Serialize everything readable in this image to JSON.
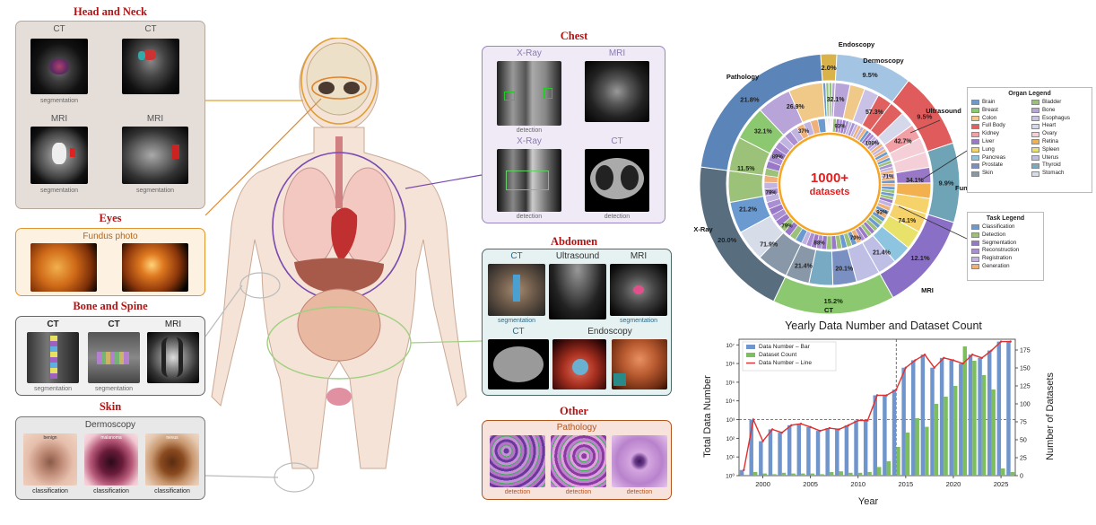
{
  "regions": {
    "head_neck": {
      "title": "Head and Neck",
      "cells": [
        {
          "modality": "CT",
          "task": "segmentation"
        },
        {
          "modality": "CT",
          "task": ""
        },
        {
          "modality": "MRI",
          "task": "segmentation"
        },
        {
          "modality": "MRI",
          "task": "segmentation"
        }
      ]
    },
    "eyes": {
      "title": "Eyes",
      "subtitle": "Fundus photo"
    },
    "bone": {
      "title": "Bone and Spine",
      "cells": [
        {
          "modality": "CT",
          "task": "segmentation"
        },
        {
          "modality": "CT",
          "task": "segmentation"
        },
        {
          "modality": "MRI",
          "task": ""
        }
      ]
    },
    "skin": {
      "title": "Skin",
      "subtitle": "Dermoscopy",
      "cells": [
        {
          "label": "benign",
          "task": "classification"
        },
        {
          "label": "malanoma",
          "task": "classification"
        },
        {
          "label": "nevus",
          "task": "classification"
        }
      ]
    },
    "chest": {
      "title": "Chest",
      "cells": [
        {
          "modality": "X-Ray",
          "task": "detection"
        },
        {
          "modality": "MRI",
          "task": ""
        },
        {
          "modality": "X-Ray",
          "task": "detection"
        },
        {
          "modality": "CT",
          "task": "detection"
        }
      ]
    },
    "abdomen": {
      "title": "Abdomen",
      "cells": [
        {
          "modality": "CT",
          "task": "segmentation"
        },
        {
          "modality": "Ultrasound",
          "task": ""
        },
        {
          "modality": "MRI",
          "task": "segmentation"
        },
        {
          "modality": "CT",
          "task": ""
        },
        {
          "modality": "Endoscopy",
          "task": ""
        }
      ]
    },
    "other": {
      "title": "Other",
      "subtitle": "Pathology",
      "cells": [
        {
          "task": "detection"
        },
        {
          "task": "detection"
        },
        {
          "task": "detection"
        }
      ]
    }
  },
  "sunburst": {
    "center_text": [
      "1000+",
      "datasets"
    ],
    "outer_ring": [
      {
        "label": "Endoscopy",
        "pct": "2.0%",
        "value": 2.0,
        "color": "#d9b34a"
      },
      {
        "label": "Dermoscopy",
        "pct": "9.5%",
        "value": 9.5,
        "color": "#a3c4e2"
      },
      {
        "label": "Ultrasound",
        "pct": "9.5%",
        "value": 9.5,
        "color": "#e05c5c"
      },
      {
        "label": "Fundus photo",
        "pct": "9.9%",
        "value": 9.9,
        "color": "#6fa3b6"
      },
      {
        "label": "MRI",
        "pct": "12.1%",
        "value": 12.1,
        "color": "#8a6fc6"
      },
      {
        "label": "CT",
        "pct": "15.2%",
        "value": 15.2,
        "color": "#8cc86f"
      },
      {
        "label": "X-Ray",
        "pct": "20.0%",
        "value": 20.0,
        "color": "#586d7e"
      },
      {
        "label": "Pathology",
        "pct": "21.8%",
        "value": 21.8,
        "color": "#5b84b8"
      }
    ],
    "middle_labels": [
      "32.1%",
      "57.3%",
      "42.7%",
      "34.1%",
      "74.1%",
      "21.4%",
      "20.1%",
      "21.4%",
      "71.9%",
      "21.2%",
      "11.5%",
      "32.1%",
      "26.9%"
    ],
    "inner_labels": [
      "93%",
      "100%",
      "71%",
      "93%",
      "79%",
      "88%",
      "79%",
      "79%",
      "89%",
      "37%"
    ],
    "organ_legend": {
      "title": "Organ Legend",
      "items": [
        {
          "name": "Brain",
          "color": "#6a9ad0"
        },
        {
          "name": "Bladder",
          "color": "#9cc27a"
        },
        {
          "name": "Breast",
          "color": "#8cc86f"
        },
        {
          "name": "Bone",
          "color": "#b8a4d8"
        },
        {
          "name": "Colon",
          "color": "#f0c888"
        },
        {
          "name": "Esophagus",
          "color": "#c9c2e6"
        },
        {
          "name": "Full Body",
          "color": "#e06060"
        },
        {
          "name": "Heart",
          "color": "#d4d8ea"
        },
        {
          "name": "Kidney",
          "color": "#f2a0a6"
        },
        {
          "name": "Ovary",
          "color": "#f4cfd8"
        },
        {
          "name": "Liver",
          "color": "#9a78c8"
        },
        {
          "name": "Retina",
          "color": "#f2b04e"
        },
        {
          "name": "Lung",
          "color": "#f5d26a"
        },
        {
          "name": "Spleen",
          "color": "#e9e26a"
        },
        {
          "name": "Pancreas",
          "color": "#8dc4e0"
        },
        {
          "name": "Uterus",
          "color": "#bfbfe6"
        },
        {
          "name": "Prostate",
          "color": "#7a8fc2"
        },
        {
          "name": "Thyroid",
          "color": "#78aac4"
        },
        {
          "name": "Skin",
          "color": "#8898a8"
        },
        {
          "name": "Stomach",
          "color": "#d6dce8"
        }
      ]
    },
    "task_legend": {
      "title": "Task Legend",
      "items": [
        {
          "name": "Classification",
          "color": "#6a9ad0"
        },
        {
          "name": "Detection",
          "color": "#9cc27a"
        },
        {
          "name": "Segmentation",
          "color": "#9a78c8"
        },
        {
          "name": "Reconstruction",
          "color": "#a98fd2"
        },
        {
          "name": "Registration",
          "color": "#c2b4e0"
        },
        {
          "name": "Generation",
          "color": "#f0b07a"
        }
      ]
    }
  },
  "chart_data": {
    "type": "bar",
    "title": "Yearly Data Number and Dataset Count",
    "xlabel": "Year",
    "ylabel": "Total Data Number",
    "y2label": "Number of Datasets",
    "yscale": "log",
    "ylim": [
      1,
      20000000
    ],
    "y2lim": [
      0,
      190
    ],
    "xticks": [
      2000,
      2005,
      2010,
      2015,
      2020,
      2025
    ],
    "yticks_left": [
      "10⁰",
      "10¹",
      "10²",
      "10³",
      "10⁴",
      "10⁵",
      "10⁶",
      "10⁷"
    ],
    "yticks_right": [
      0,
      25,
      50,
      75,
      100,
      125,
      150,
      175
    ],
    "vline_year": 2014,
    "hline_value": 1000,
    "legend": [
      "Data Number – Bar",
      "Dataset Count",
      "Data Number – Line"
    ],
    "years": [
      1998,
      1999,
      2000,
      2001,
      2002,
      2003,
      2004,
      2005,
      2006,
      2007,
      2008,
      2009,
      2010,
      2011,
      2012,
      2013,
      2014,
      2015,
      2016,
      2017,
      2018,
      2019,
      2020,
      2021,
      2022,
      2023,
      2024,
      2025,
      2026
    ],
    "data_number": [
      2,
      1000,
      70,
      300,
      200,
      500,
      600,
      400,
      250,
      350,
      300,
      500,
      900,
      900,
      20000,
      20000,
      40000,
      600000,
      1500000,
      3000000,
      600000,
      2000000,
      1500000,
      1000000,
      3000000,
      2000000,
      5000000,
      15000000,
      15000000
    ],
    "dataset_count": [
      0,
      5,
      3,
      2,
      4,
      3,
      3,
      3,
      2,
      5,
      6,
      4,
      4,
      5,
      12,
      20,
      40,
      60,
      80,
      68,
      100,
      110,
      125,
      180,
      160,
      140,
      120,
      10,
      5
    ]
  }
}
